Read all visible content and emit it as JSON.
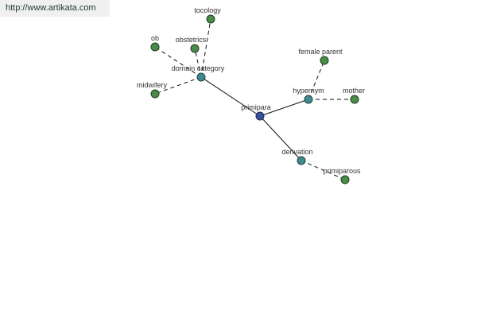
{
  "header": {
    "url": "http://www.artikata.com"
  },
  "colors": {
    "leaf_node": "#4a8a4a",
    "relation_node": "#3f8a8f",
    "center_node": "#3b4fa0"
  },
  "graph": {
    "center": "primipara",
    "relations": {
      "domain_category": "domain category",
      "hypernym": "hypernym",
      "derivation": "derivation"
    },
    "terms": {
      "tocology": "tocology",
      "ob": "ob",
      "obstetrics": "obstetrics",
      "midwifery": "midwifery",
      "female_parent": "female parent",
      "mother": "mother",
      "primiparous": "primiparous"
    }
  }
}
